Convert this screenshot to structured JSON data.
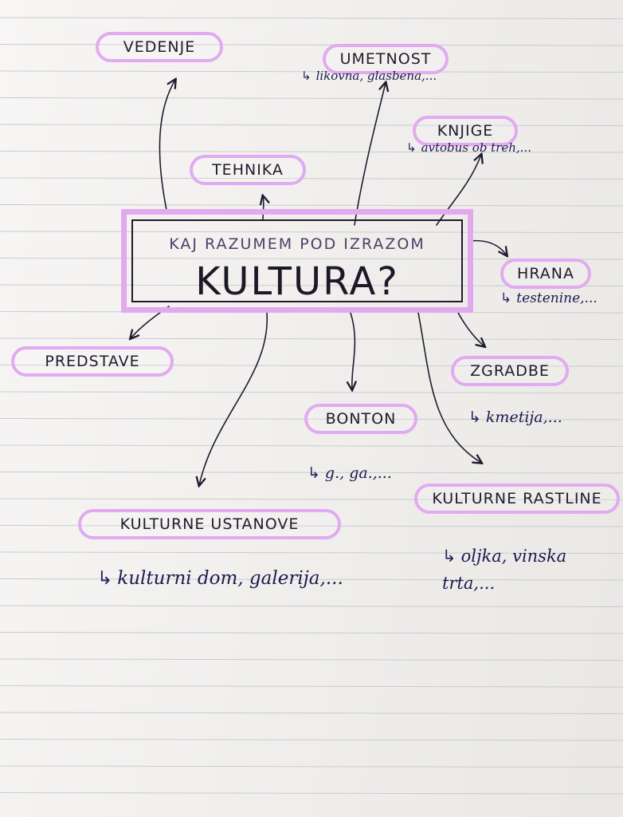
{
  "colors": {
    "paper": "#f3f1ee",
    "rule_line": "#c9cbd0",
    "highlight": "#e2aaf0",
    "ink": "#1f1b2e",
    "sub_ink": "#1e1850"
  },
  "center": {
    "question": "KAJ RAZUMEM POD IZRAZOM",
    "title": "KULTURA?"
  },
  "nodes": [
    {
      "id": "vedenje",
      "label": "VEDENJE",
      "sub": ""
    },
    {
      "id": "umetnost",
      "label": "UMETNOST",
      "sub": "likovna, glasbena,..."
    },
    {
      "id": "knjige",
      "label": "KNJIGE",
      "sub": "avtobus ob treh,..."
    },
    {
      "id": "tehnika",
      "label": "TEHNIKA",
      "sub": ""
    },
    {
      "id": "hrana",
      "label": "HRANA",
      "sub": "testenine,..."
    },
    {
      "id": "predstave",
      "label": "PREDSTAVE",
      "sub": ""
    },
    {
      "id": "zgradbe",
      "label": "ZGRADBE",
      "sub": "kmetija,..."
    },
    {
      "id": "bonton",
      "label": "BONTON",
      "sub": "g., ga.,..."
    },
    {
      "id": "kulturne-rastline",
      "label": "KULTURNE RASTLINE",
      "sub": "oljka, vinska trta,..."
    },
    {
      "id": "kulturne-ustanove",
      "label": "KULTURNE USTANOVE",
      "sub": "kulturni dom, galerija,..."
    }
  ],
  "sub_arrow_glyph": "↳"
}
